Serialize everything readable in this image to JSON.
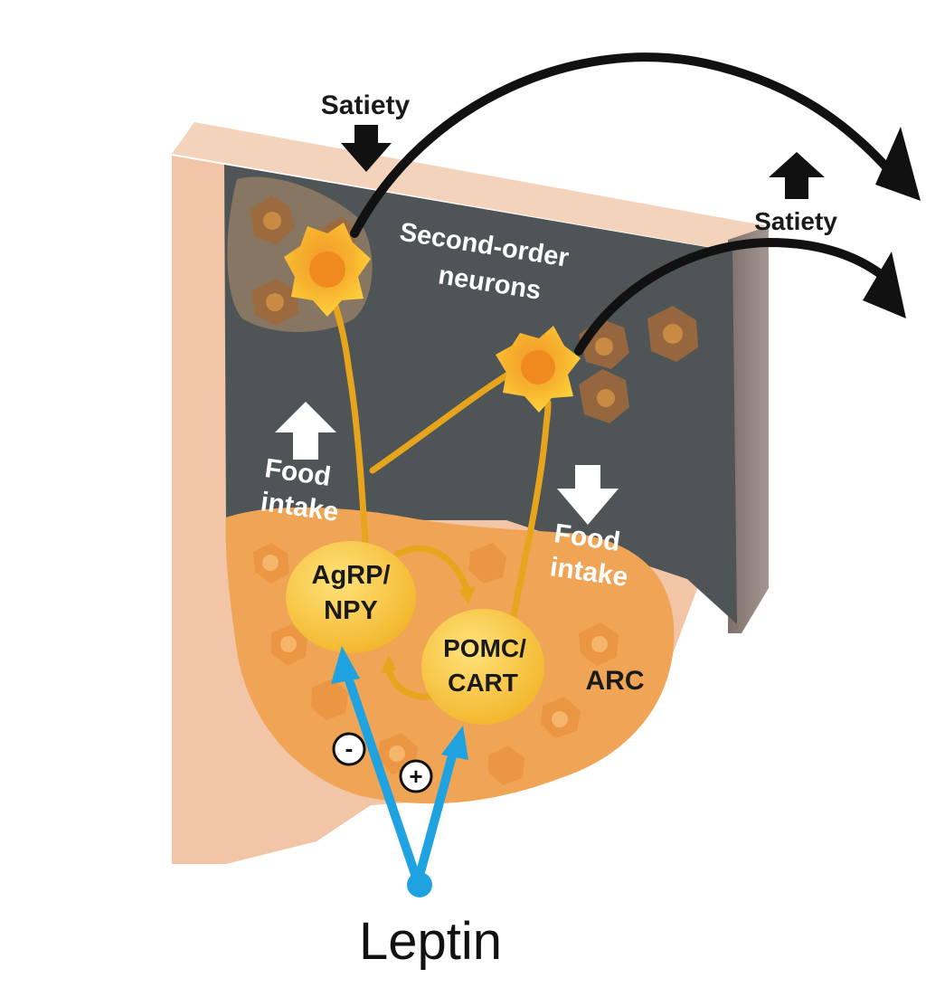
{
  "labels": {
    "satiety_top": "Satiety",
    "satiety_right": "Satiety",
    "second_order_line1": "Second-order",
    "second_order_line2": "neurons",
    "food_intake_left_line1": "Food",
    "food_intake_left_line2": "intake",
    "food_intake_right_line1": "Food",
    "food_intake_right_line2": "intake",
    "agrp_line1": "AgRP/",
    "agrp_line2": "NPY",
    "pomc_line1": "POMC/",
    "pomc_line2": "CART",
    "arc": "ARC",
    "minus_sign": "-",
    "plus_sign": "+",
    "leptin": "Leptin"
  },
  "colors": {
    "brain_tissue": "#f2c5a6",
    "brain_top": "#f4d3bc",
    "dark_region": "#4f5456",
    "right_wall": "#8c7e78",
    "arc_region": "#f0a455",
    "neuron_yellow": "#ffc933",
    "neuron_core": "#f08a1e",
    "nucleus_gold": "#f7c544",
    "axon_gold": "#e6a51c",
    "leptin_blue": "#1fa2e0",
    "arrow_black": "#111111"
  },
  "icons": [
    "down-arrow-icon",
    "up-arrow-icon",
    "minus-circle-icon",
    "plus-circle-icon",
    "neuron-icon"
  ]
}
